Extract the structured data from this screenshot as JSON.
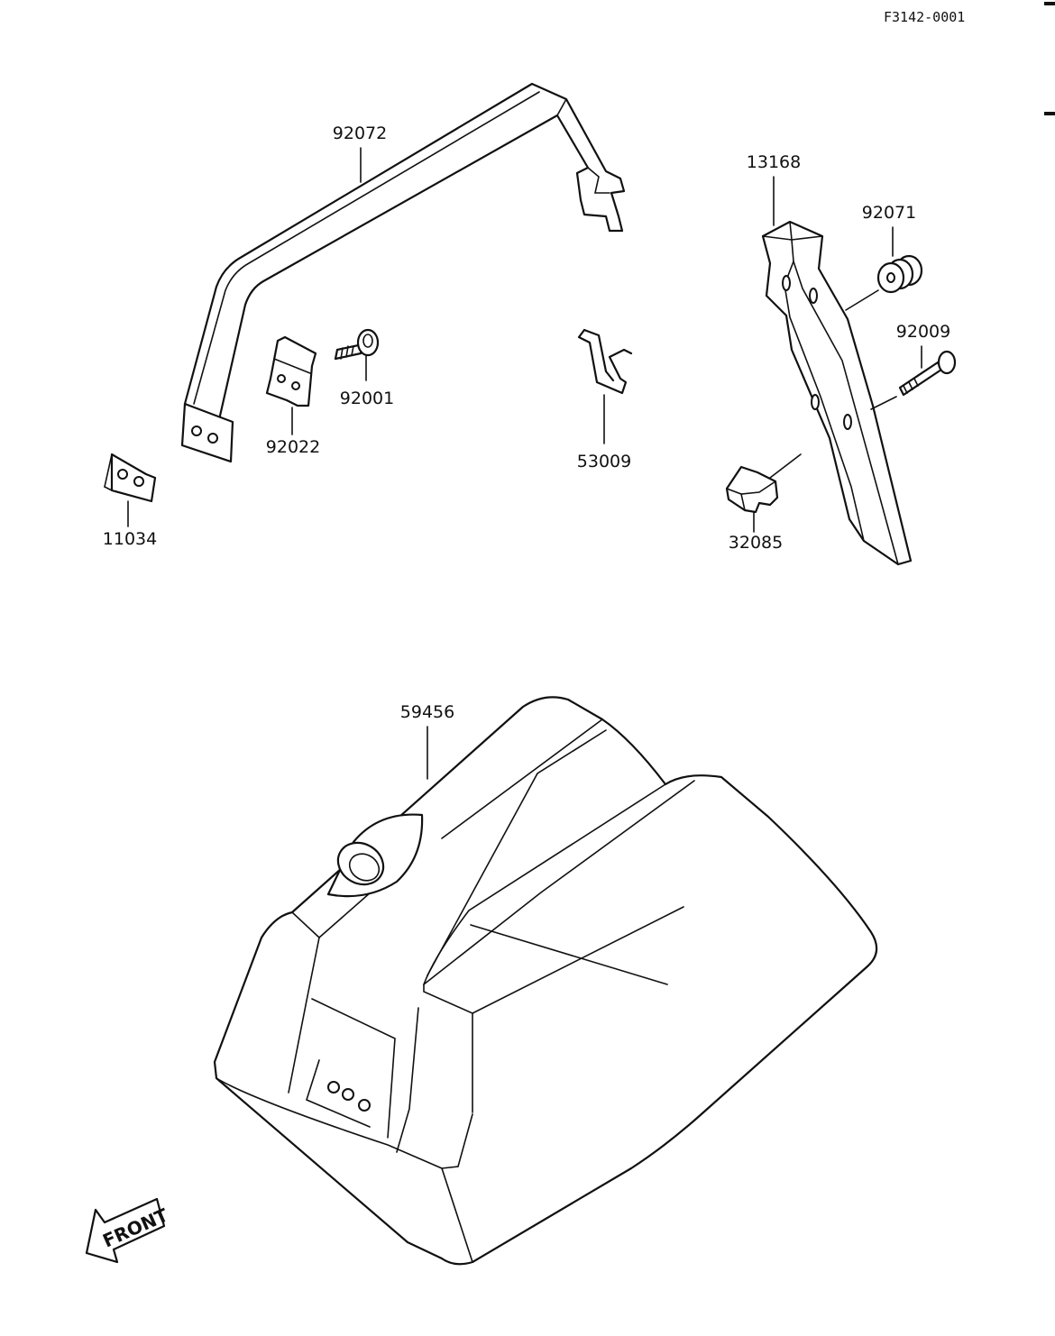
{
  "drawing_code": "F3142-0001",
  "front_label": "FRONT",
  "parts": [
    {
      "id": "strap",
      "number": "92072"
    },
    {
      "id": "bracket",
      "number": "13168"
    },
    {
      "id": "damper",
      "number": "92071"
    },
    {
      "id": "bolt_long",
      "number": "92009"
    },
    {
      "id": "bolt_short",
      "number": "92001"
    },
    {
      "id": "plate",
      "number": "92022"
    },
    {
      "id": "clip",
      "number": "53009"
    },
    {
      "id": "pad",
      "number": "11034"
    },
    {
      "id": "stopper",
      "number": "32085"
    },
    {
      "id": "cover",
      "number": "59456"
    }
  ],
  "colors": {
    "line": "#111111",
    "paper": "#ffffff"
  }
}
